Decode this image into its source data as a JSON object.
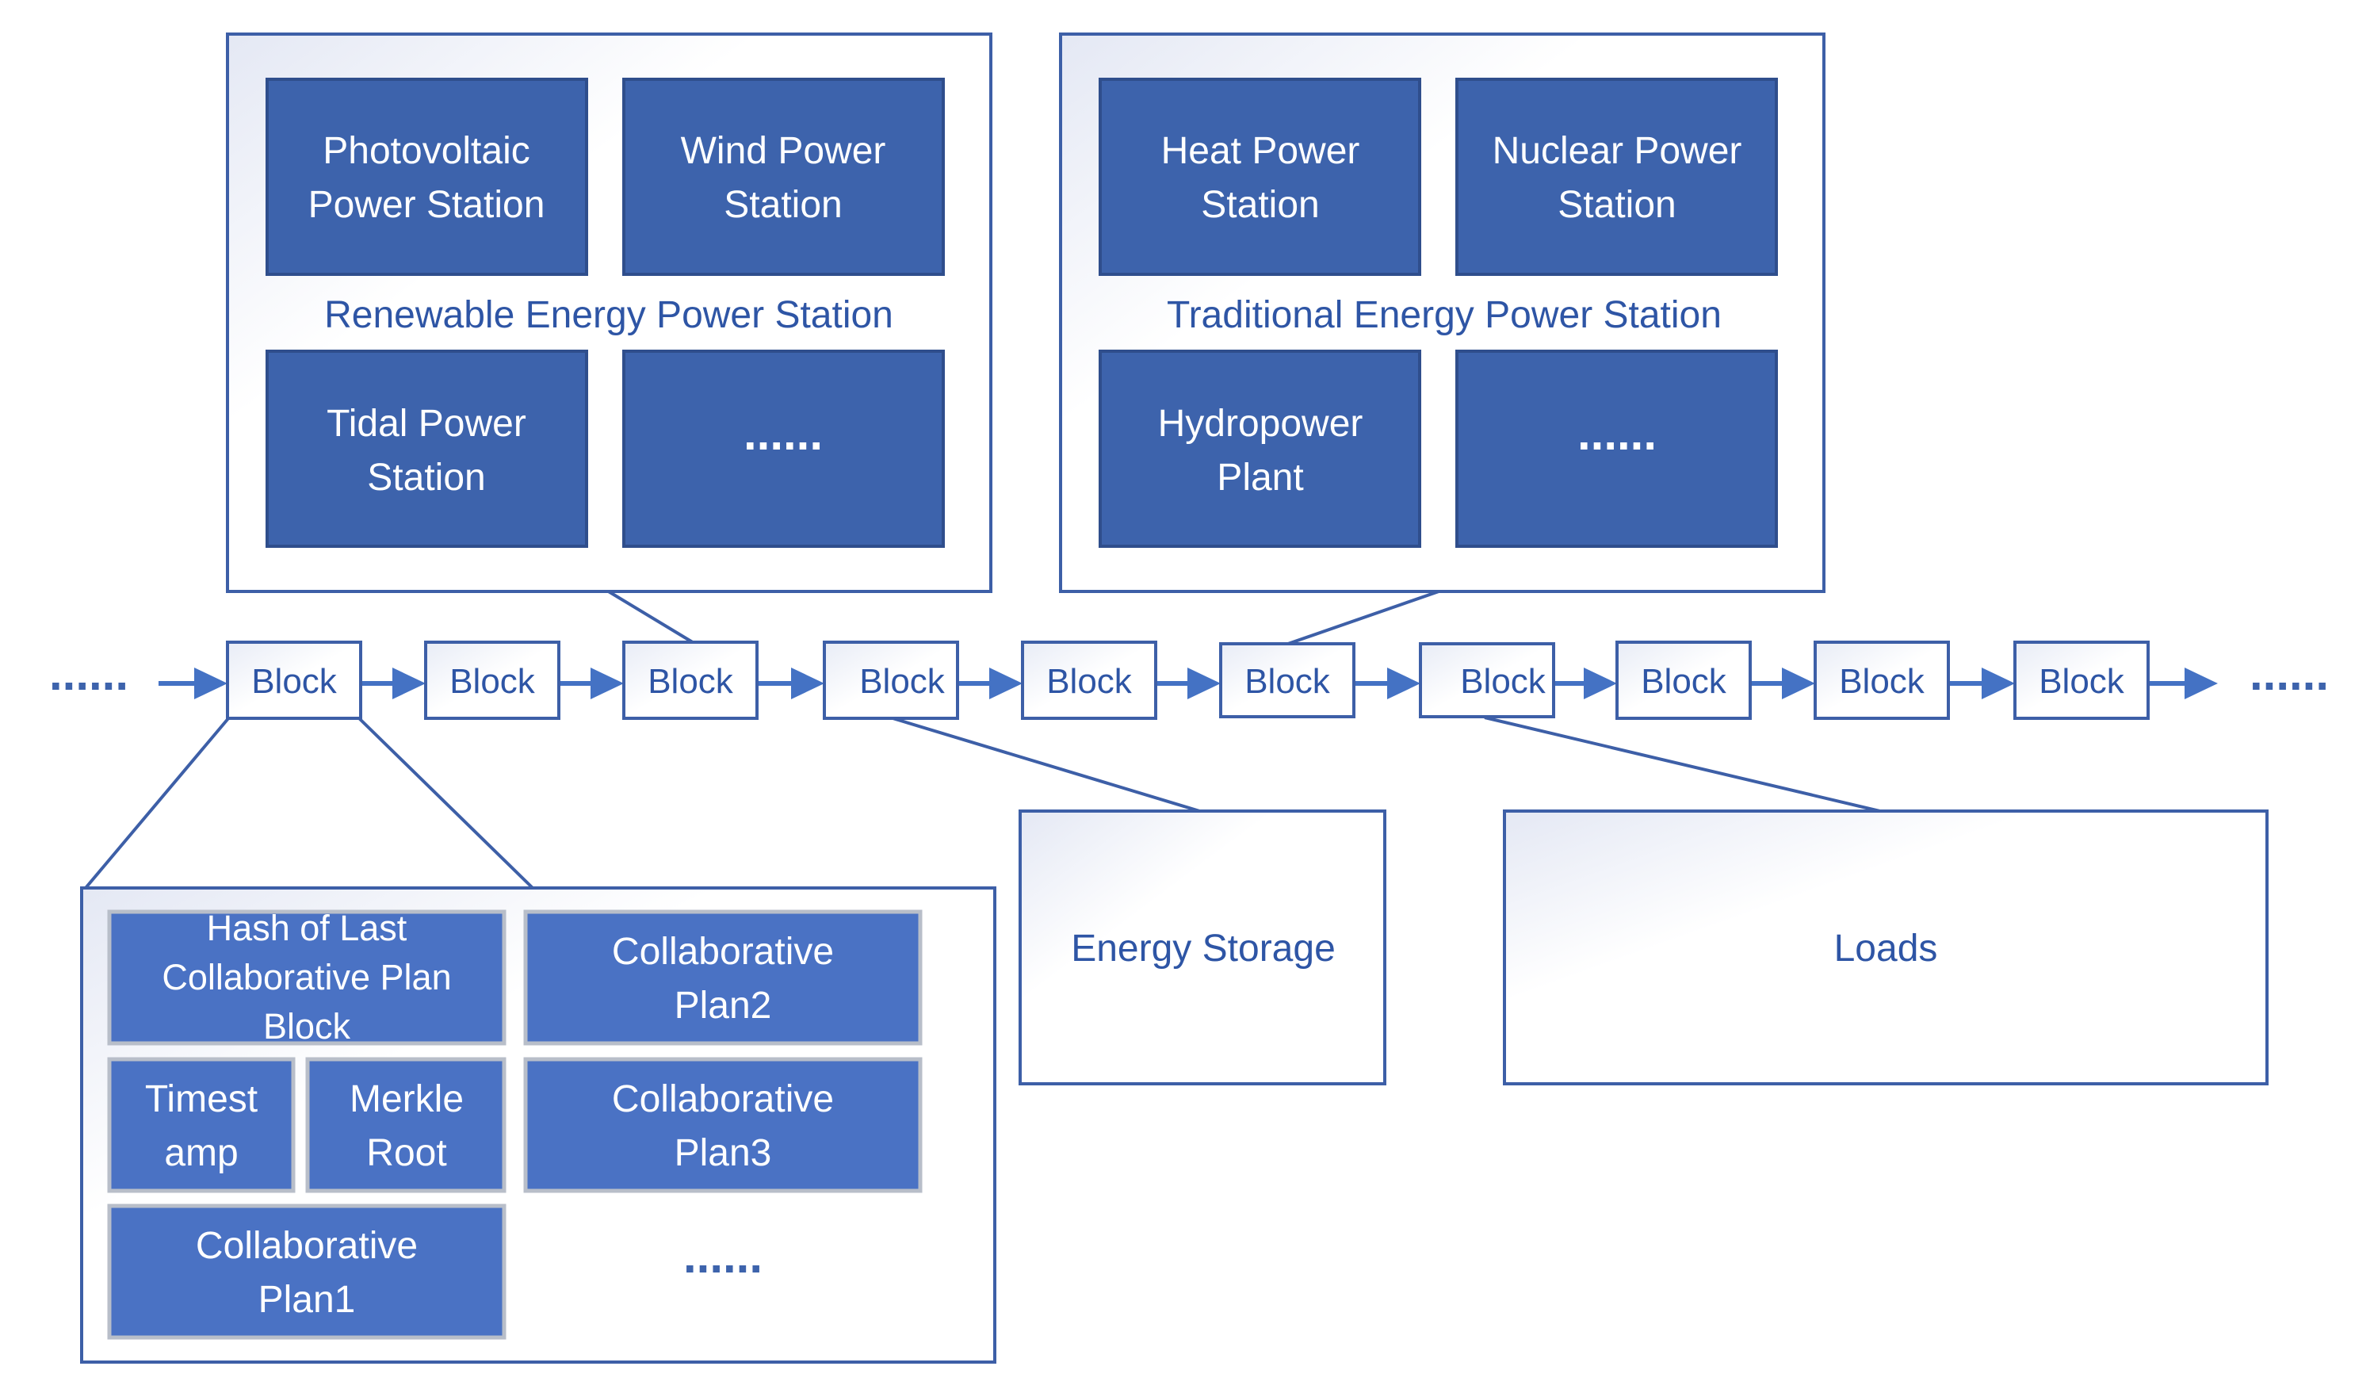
{
  "renewable": {
    "label": "Renewable Energy Power Station",
    "stations": [
      {
        "line1": "Photovoltaic",
        "line2": "Power Station"
      },
      {
        "line1": "Wind Power",
        "line2": "Station"
      },
      {
        "line1": "Tidal Power",
        "line2": "Station"
      }
    ],
    "more": "......"
  },
  "traditional": {
    "label": "Traditional Energy Power Station",
    "stations": [
      {
        "line1": "Heat Power",
        "line2": "Station"
      },
      {
        "line1": "Nuclear Power",
        "line2": "Station"
      },
      {
        "line1": "Hydropower",
        "line2": "Plant"
      }
    ],
    "more": "......"
  },
  "chain": {
    "block_label": "Block",
    "lead_dots": "......",
    "tail_dots": "......"
  },
  "block_detail": {
    "hash": {
      "line1": "Hash of Last",
      "line2": "Collaborative Plan",
      "line3": "Block"
    },
    "timestamp": {
      "line1": "Timest",
      "line2": "amp"
    },
    "merkle": {
      "line1": "Merkle",
      "line2": "Root"
    },
    "plan1": {
      "line1": "Collaborative",
      "line2": "Plan1"
    },
    "plan2": {
      "line1": "Collaborative",
      "line2": "Plan2"
    },
    "plan3": {
      "line1": "Collaborative",
      "line2": "Plan3"
    },
    "more": "......"
  },
  "energy_storage": {
    "label": "Energy Storage"
  },
  "loads": {
    "label": "Loads"
  },
  "colors": {
    "station_fill": "#3D63AC",
    "field_fill": "#4A72C4",
    "outline": "#3D5FA7",
    "text_blue": "#2E55A5"
  }
}
